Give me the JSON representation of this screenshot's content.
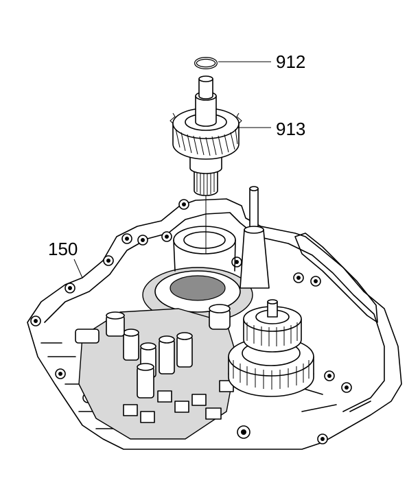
{
  "callouts": [
    {
      "id": "912",
      "label": "912"
    },
    {
      "id": "913",
      "label": "913"
    },
    {
      "id": "150",
      "label": "150"
    }
  ]
}
